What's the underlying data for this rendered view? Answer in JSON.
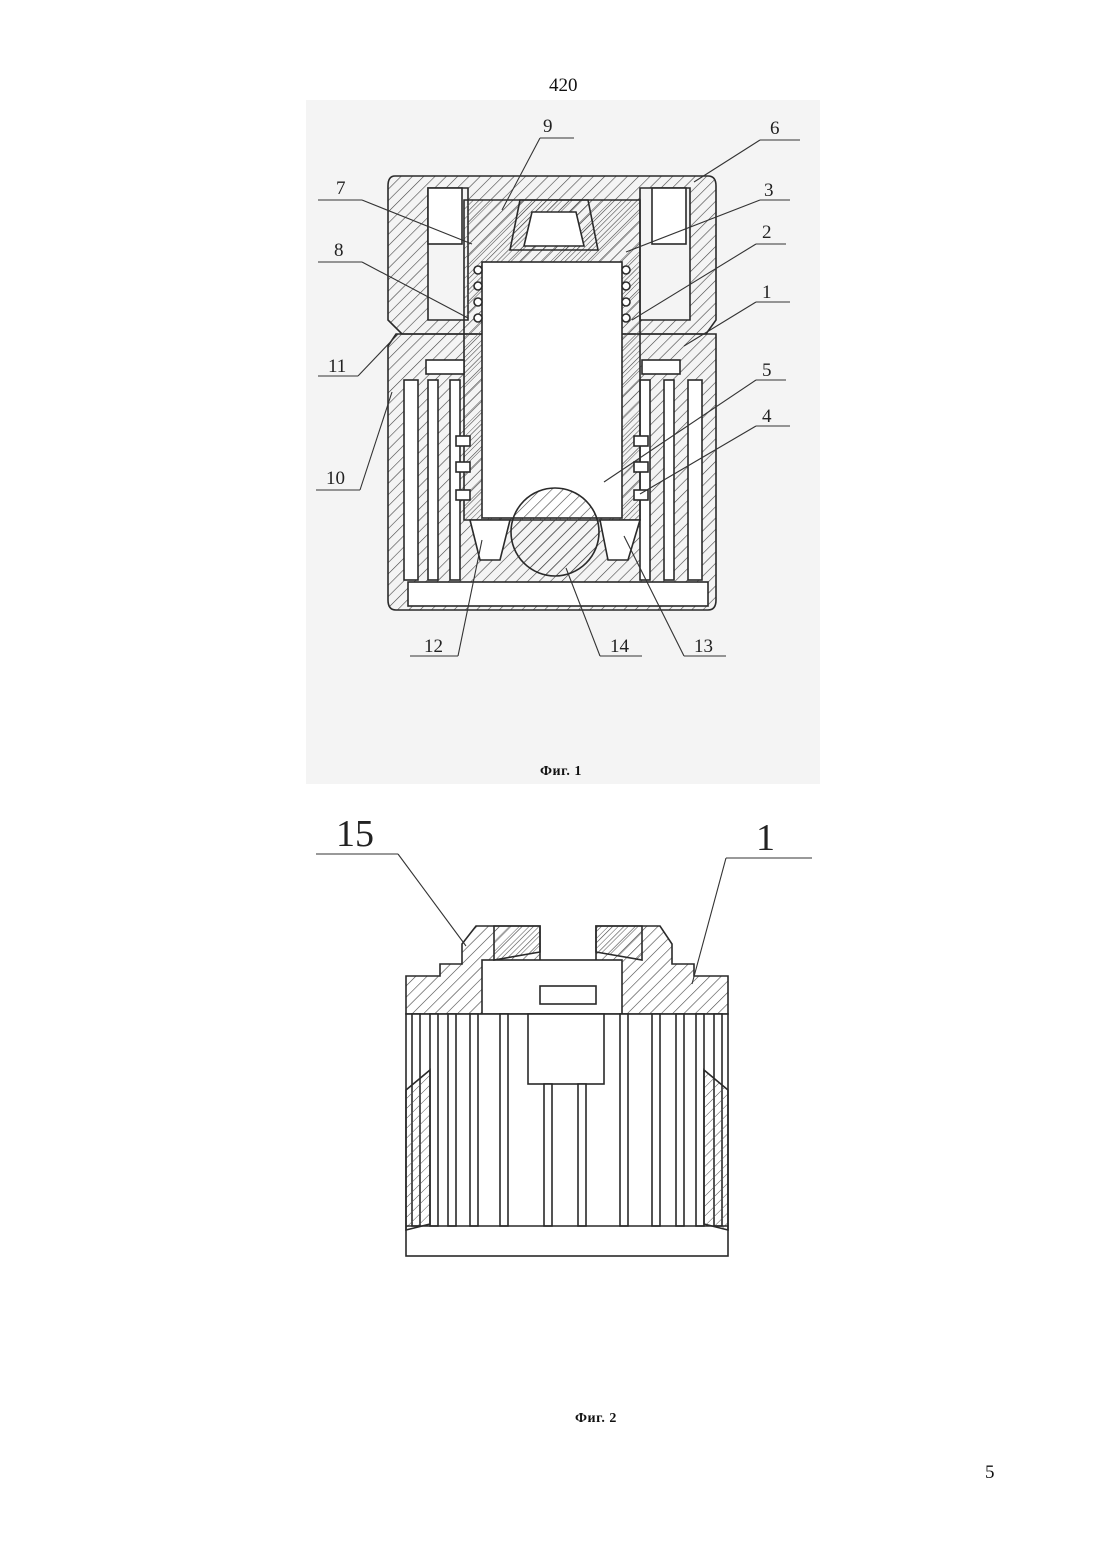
{
  "document": {
    "doc_number": "420",
    "page_number": "5"
  },
  "figure1": {
    "caption": "Фиг. 1",
    "labels": [
      "1",
      "2",
      "3",
      "4",
      "5",
      "6",
      "7",
      "8",
      "9",
      "10",
      "11",
      "12",
      "13",
      "14"
    ]
  },
  "figure2": {
    "caption": "Фиг. 2",
    "labels": [
      "15",
      "1"
    ]
  },
  "colors": {
    "line": "#2a2a2a",
    "panel": "#f4f4f4",
    "paper": "#ffffff"
  }
}
